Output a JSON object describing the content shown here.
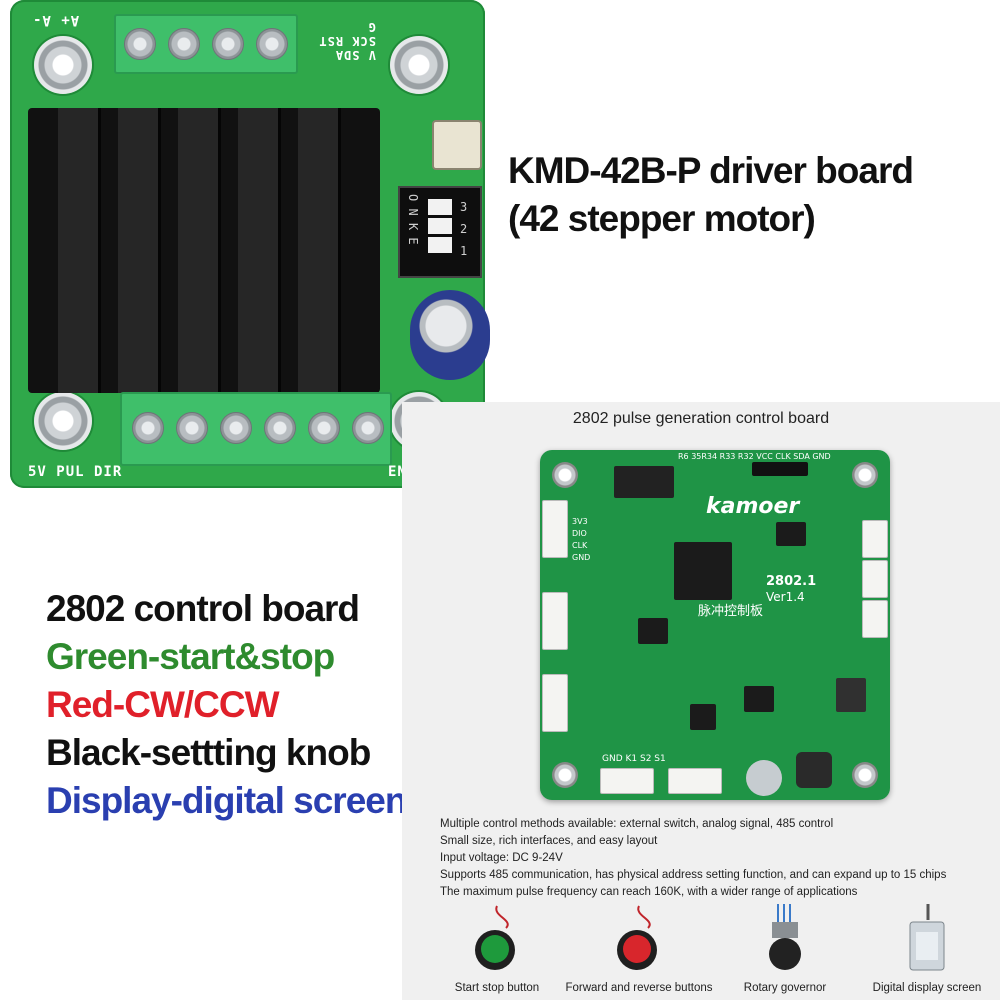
{
  "driver_board": {
    "title_line1": "KMD-42B-P driver board",
    "title_line2": "(42 stepper motor)",
    "top_terminal_labels": "A+  A-",
    "signal_labels": [
      "V",
      "SDA",
      "SCK",
      "RST",
      "G"
    ],
    "bottom_labels": "5V PUL DIR",
    "en_label": "EN",
    "power_label": "- +",
    "dip_labels": [
      "O",
      "N",
      "K",
      "E"
    ],
    "dip_numbers": [
      "1",
      "2",
      "3"
    ]
  },
  "control_board_info": {
    "heading": "2802 control board",
    "legend": [
      {
        "text": "Green-start&stop",
        "color": "#2e8b2e"
      },
      {
        "text": "Red-CW/CCW",
        "color": "#e0202a"
      },
      {
        "text": "Black-settting knob",
        "color": "#111111"
      },
      {
        "text": "Display-digital screen",
        "color": "#2a3fb0"
      }
    ]
  },
  "pulse_board": {
    "caption": "2802 pulse generation control board",
    "brand": "kamoer",
    "model": "2802.1",
    "version": "Ver1.4",
    "chinese_label": "脉冲控制板",
    "silk_top": "R6 35R34 R33 R32 VCC CLK SDA GND",
    "silk_gnd": "GND K1 S2 S1",
    "silk_left": [
      "3V3",
      "DIO",
      "CLK",
      "GND"
    ]
  },
  "features": [
    "Multiple control methods available: external switch, analog signal, 485 control",
    "Small size, rich interfaces, and easy layout",
    "Input voltage: DC 9-24V",
    "Supports 485 communication, has physical address setting function, and can expand up to 15 chips",
    "The maximum pulse frequency can reach 160K, with a wider range of applications"
  ],
  "accessories": [
    {
      "label": "Start stop button",
      "icon": "green-button-icon",
      "color": "#1e9a3c"
    },
    {
      "label": "Forward and reverse buttons",
      "icon": "red-button-icon",
      "color": "#d8262c"
    },
    {
      "label": "Rotary governor",
      "icon": "knob-icon",
      "color": "#222222"
    },
    {
      "label": "Digital display screen",
      "icon": "display-icon",
      "color": "#cfd6dc"
    }
  ]
}
